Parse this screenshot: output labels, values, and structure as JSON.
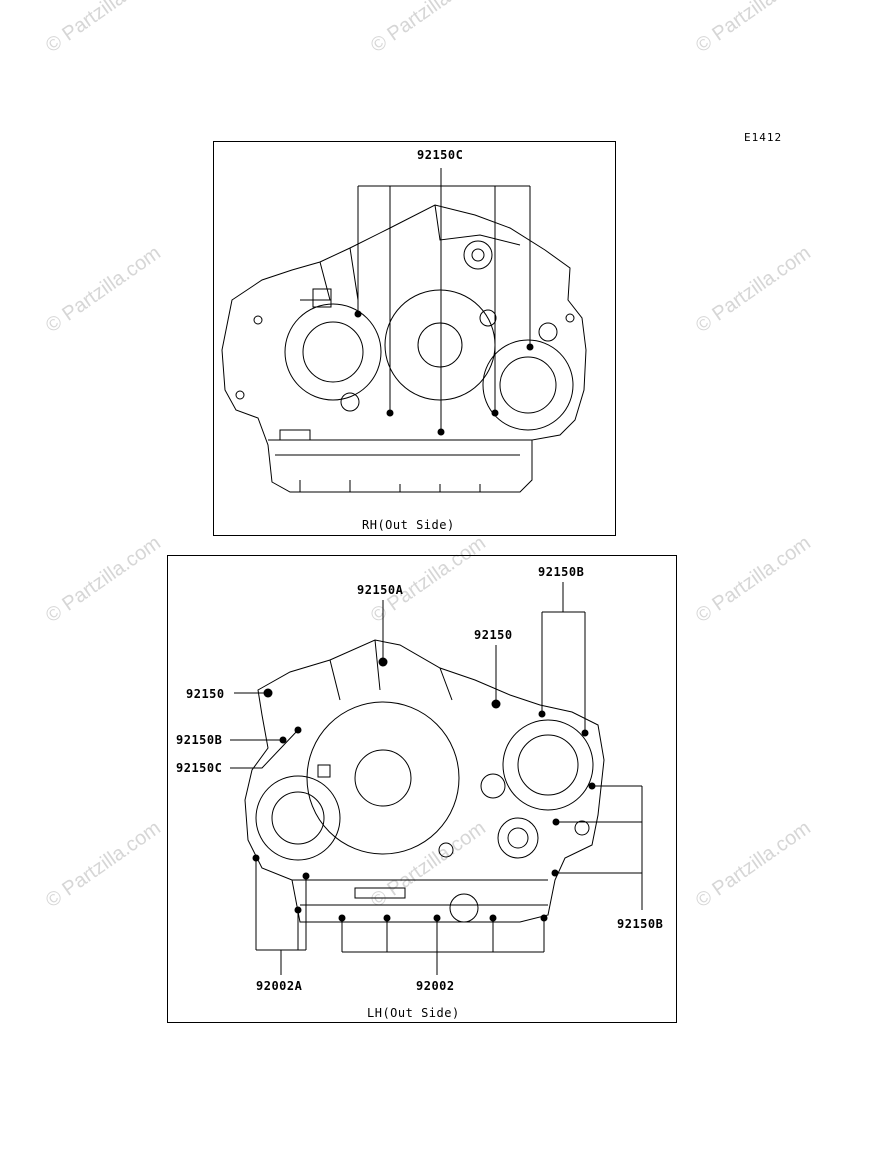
{
  "watermark": "© Partzilla.com",
  "diagram_code": "E1412",
  "rh_panel": {
    "caption": "RH(Out Side)",
    "labels": {
      "top": "92150C"
    }
  },
  "lh_panel": {
    "caption": "LH(Out Side)",
    "labels": {
      "l_92150a": "92150A",
      "l_92150b_top": "92150B",
      "l_92150_mid": "92150",
      "l_92150_left": "92150",
      "l_92150b_left": "92150B",
      "l_92150c_left": "92150C",
      "l_92150b_right": "92150B",
      "l_92002a": "92002A",
      "l_92002": "92002"
    }
  }
}
